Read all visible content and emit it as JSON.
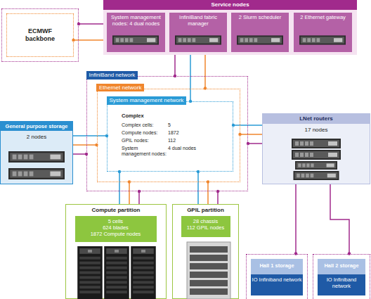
{
  "diagram": {
    "nodes": [
      {
        "text": [
          "ECMWF backbone"
        ]
      },
      {
        "text": [
          "Service nodes"
        ]
      },
      {
        "text": [
          "System management nodes: 4 dual nodes"
        ],
        "in": 1
      },
      {
        "text": [
          "InfiniBand fabric manager"
        ],
        "in": 1
      },
      {
        "text": [
          "2 Slurm scheduler"
        ],
        "in": 1
      },
      {
        "text": [
          "2 Ethernet gateway"
        ],
        "in": 1
      },
      {
        "text": [
          "InfiniBand network"
        ]
      },
      {
        "text": [
          "Ethernet network"
        ],
        "in": 6
      },
      {
        "text": [
          "System management network",
          "Complex",
          "Complex cells:",
          "5",
          "Compute nodes:",
          "1872",
          "GPIL nodes:",
          "112",
          "System management nodes:",
          "4 dual nodes"
        ],
        "in": 7
      },
      {
        "text": [
          "General purpose storage",
          "2 nodes"
        ]
      },
      {
        "text": [
          "LNet routers",
          "17 nodes"
        ]
      },
      {
        "text": [
          "Compute partition"
        ]
      },
      {
        "text": [
          "5 cells",
          "624 blades",
          "1872 Compute nodes"
        ],
        "in": 11
      },
      {
        "text": [
          "GPIL partition"
        ]
      },
      {
        "text": [
          "28 chassis",
          "112 GPIL nodes"
        ],
        "in": 13
      },
      {
        "text": [
          "Hall 1 storage"
        ]
      },
      {
        "text": [
          "IO Infiniband network"
        ],
        "in": 15
      },
      {
        "text": [
          "Hall 2 storage"
        ]
      },
      {
        "text": [
          "IO Infiniband network"
        ],
        "in": 17
      }
    ],
    "edges": [
      {
        "from": 0,
        "to": 1,
        "arrow": "none"
      },
      {
        "from": 0,
        "to": 1,
        "arrow": "none"
      },
      {
        "from": 1,
        "to": 6,
        "arrow": "none"
      },
      {
        "from": 1,
        "to": 8,
        "arrow": "none"
      },
      {
        "from": 1,
        "to": 7,
        "arrow": "none"
      },
      {
        "from": 9,
        "to": 8,
        "arrow": "none"
      },
      {
        "from": 9,
        "to": 7,
        "arrow": "none"
      },
      {
        "from": 9,
        "to": 6,
        "arrow": "none"
      },
      {
        "from": 10,
        "to": 8,
        "arrow": "none"
      },
      {
        "from": 10,
        "to": 7,
        "arrow": "none"
      },
      {
        "from": 10,
        "to": 6,
        "arrow": "none"
      },
      {
        "from": 11,
        "to": 8,
        "arrow": "none"
      },
      {
        "from": 11,
        "to": 7,
        "arrow": "none"
      },
      {
        "from": 11,
        "to": 6,
        "arrow": "none"
      },
      {
        "from": 13,
        "to": 8,
        "arrow": "none"
      },
      {
        "from": 13,
        "to": 7,
        "arrow": "none"
      },
      {
        "from": 13,
        "to": 6,
        "arrow": "none"
      },
      {
        "from": 10,
        "to": 15,
        "arrow": "none"
      },
      {
        "from": 10,
        "to": 17,
        "arrow": "none"
      }
    ]
  }
}
